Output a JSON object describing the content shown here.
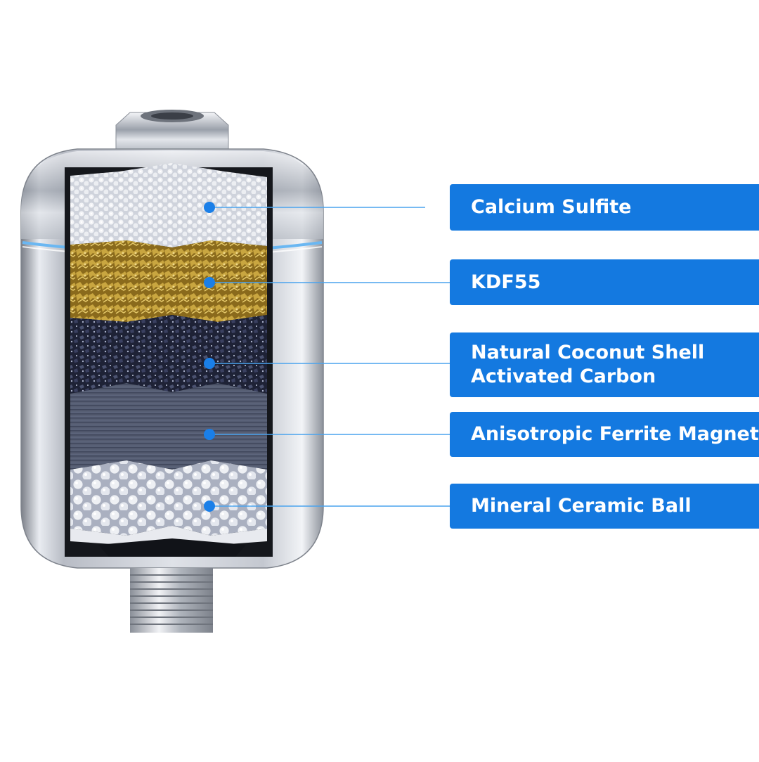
{
  "layers": [
    {
      "id": "calcium-sulfite",
      "lines": [
        "Calcium Sulfite"
      ]
    },
    {
      "id": "kdf55",
      "lines": [
        "KDF55"
      ]
    },
    {
      "id": "coconut-carbon",
      "lines": [
        "Natural Coconut Shell",
        "Activated Carbon"
      ]
    },
    {
      "id": "ferrite-magnet",
      "lines": [
        "Anisotropic Ferrite Magnet"
      ]
    },
    {
      "id": "ceramic-ball",
      "lines": [
        "Mineral Ceramic Ball"
      ]
    }
  ],
  "colors": {
    "label_background": "#1479e0",
    "label_text": "#ffffff",
    "leader_line": "#4aa3ee",
    "dot": "#1a7fe8"
  }
}
